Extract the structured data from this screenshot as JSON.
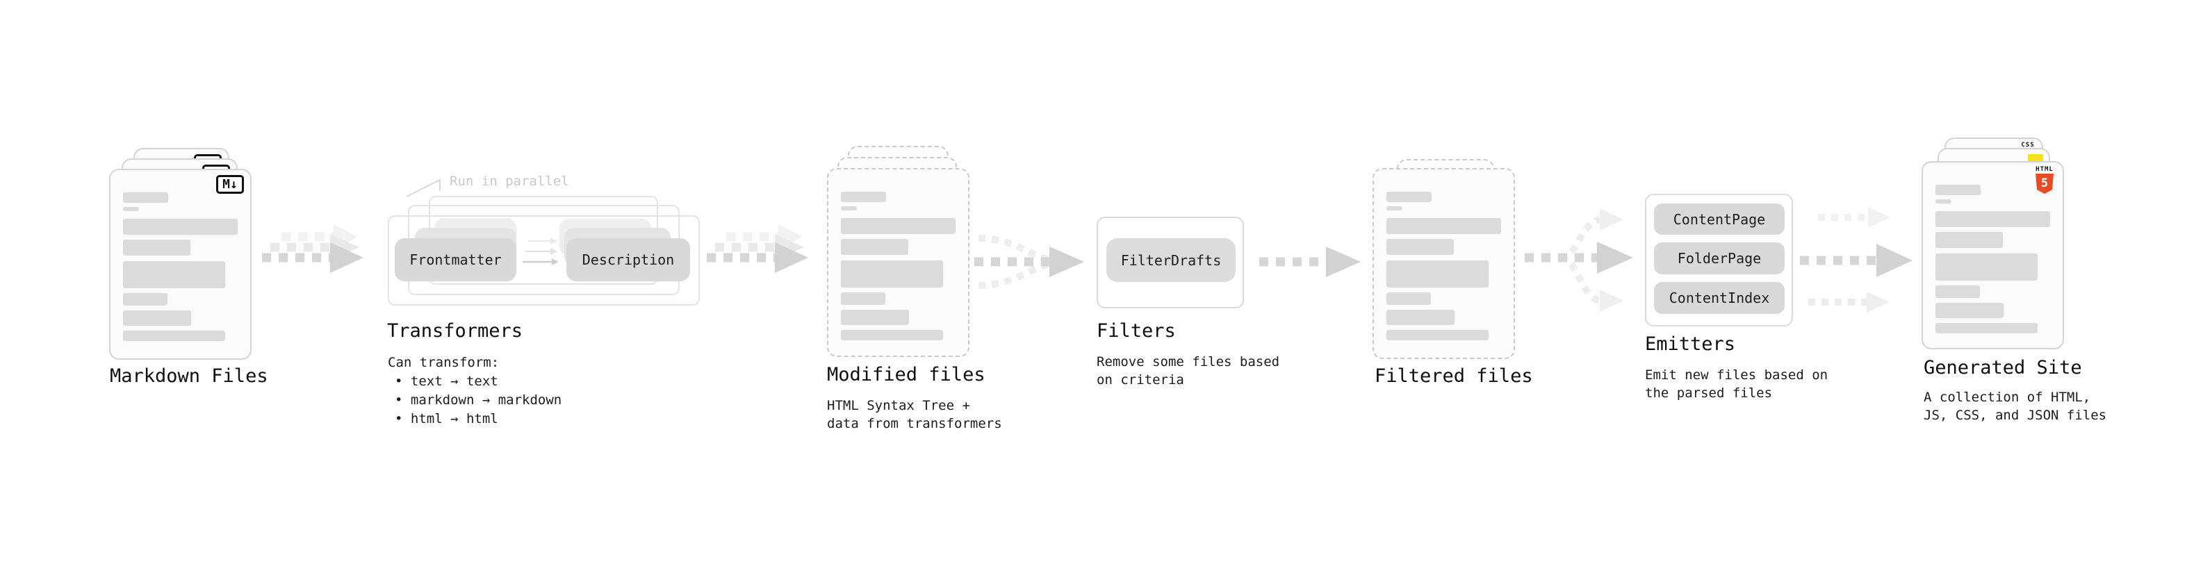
{
  "stages": {
    "markdown": {
      "label": "Markdown Files",
      "badge": "M↓"
    },
    "transformers": {
      "label": "Transformers",
      "callout": "Run in parallel",
      "buttons": [
        "Frontmatter",
        "Description"
      ],
      "note_title": "Can transform:",
      "bullets": [
        "• text → text",
        "• markdown → markdown",
        "• html → html"
      ]
    },
    "modified": {
      "label": "Modified files",
      "sub": [
        "HTML Syntax Tree +",
        "data from transformers"
      ]
    },
    "filters": {
      "label": "Filters",
      "button": "FilterDrafts",
      "sub": [
        "Remove some files based",
        "on criteria"
      ]
    },
    "filtered": {
      "label": "Filtered files"
    },
    "emitters": {
      "label": "Emitters",
      "buttons": [
        "ContentPage",
        "FolderPage",
        "ContentIndex"
      ],
      "sub": [
        "Emit new files based on",
        "the parsed files"
      ]
    },
    "site": {
      "label": "Generated Site",
      "sub": [
        "A collection of HTML,",
        "JS, CSS, and JSON files"
      ],
      "badge_css": "CSS",
      "badge_html_label": "HTML",
      "badge_html_number": "5"
    }
  },
  "colors": {
    "accent_html5_orange": "#e44d26",
    "accent_js_yellow": "#f7df1e",
    "accent_css_blue": "#2f6bf0",
    "arrow_gray": "#d6d6d6",
    "card_border": "#d4d4d4",
    "skeleton_bar": "#dbdbdb"
  }
}
